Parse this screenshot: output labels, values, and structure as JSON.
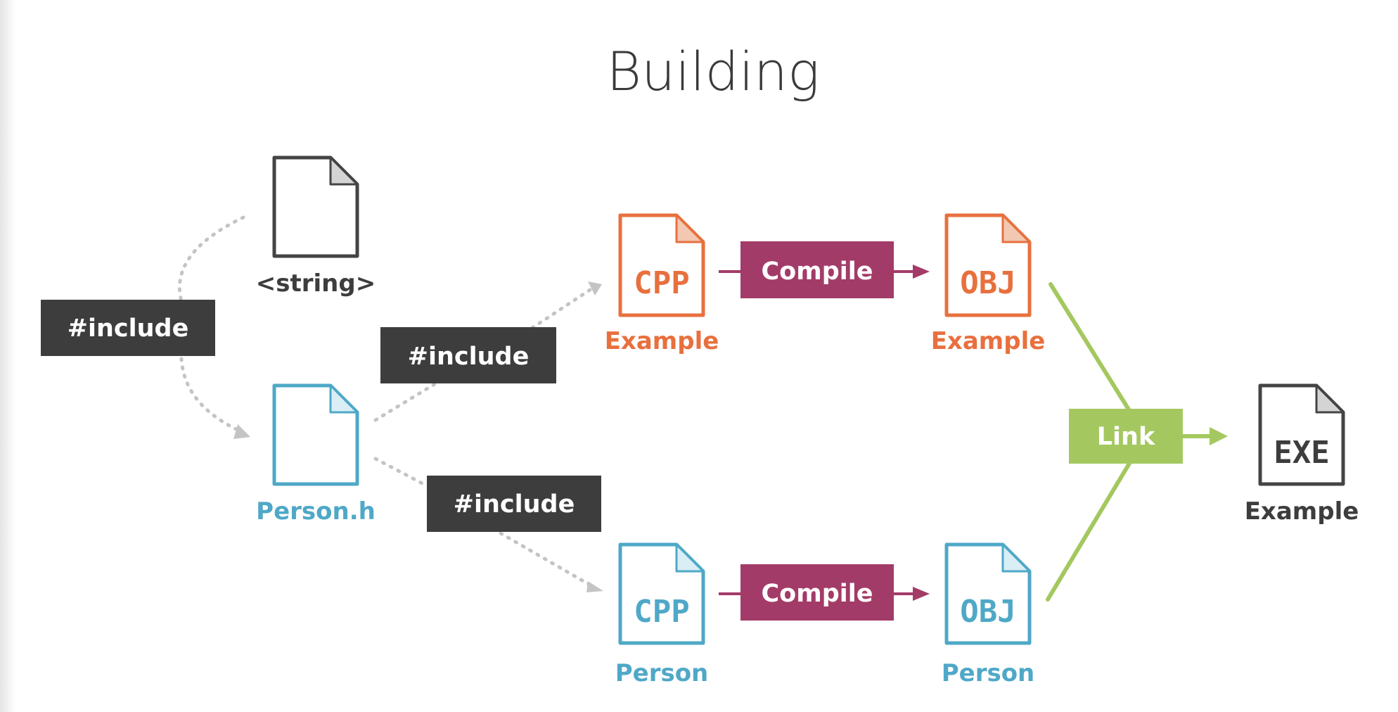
{
  "title": "Building",
  "colors": {
    "orange": "#e8703e",
    "blue": "#4fa8c7",
    "dark": "#3d3d3d",
    "file_outline": "#444444",
    "compile": "#a33b68",
    "link": "#a4c85f",
    "dotted": "#c4c4c4"
  },
  "files": {
    "string_header": {
      "label": "<string>",
      "code": "",
      "icon": "document-icon"
    },
    "person_header": {
      "label": "Person.h",
      "code": "",
      "icon": "document-icon"
    },
    "example_cpp": {
      "label": "Example",
      "code": "CPP",
      "icon": "document-icon"
    },
    "example_obj": {
      "label": "Example",
      "code": "OBJ",
      "icon": "document-icon"
    },
    "person_cpp": {
      "label": "Person",
      "code": "CPP",
      "icon": "document-icon"
    },
    "person_obj": {
      "label": "Person",
      "code": "OBJ",
      "icon": "document-icon"
    },
    "example_exe": {
      "label": "Example",
      "code": "EXE",
      "icon": "document-icon"
    }
  },
  "steps": {
    "include_string": "#include",
    "include_person_in_example": "#include",
    "include_person_in_person": "#include",
    "compile_example": "Compile",
    "compile_person": "Compile",
    "link": "Link"
  }
}
